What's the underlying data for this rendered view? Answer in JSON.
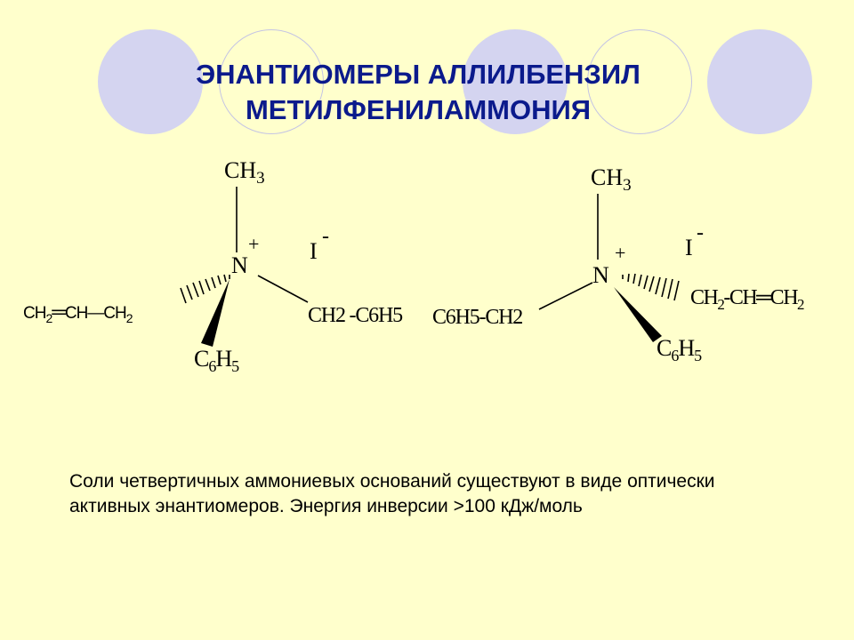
{
  "title": {
    "line1": "ЭНАНТИОМЕРЫ АЛЛИЛБЕНЗИЛ",
    "line2": "МЕТИЛФЕНИЛАММОНИЯ"
  },
  "left_molecule": {
    "methyl": {
      "main": "CH",
      "sub": "3"
    },
    "nitrogen": "N",
    "charge": "+",
    "iodide": "I",
    "iodide_charge": "-",
    "allyl": {
      "ch2a": "CH",
      "sub_a": "2",
      "bond": "═",
      "ch": "CH",
      "dash": "—",
      "ch2b": "CH",
      "sub_b": "2"
    },
    "phenyl": {
      "c": "C",
      "sub6": "6",
      "h": "H",
      "sub5": "5"
    },
    "benzyl": "CH2 -C6H5"
  },
  "right_molecule": {
    "methyl": {
      "main": "CH",
      "sub": "3"
    },
    "nitrogen": "N",
    "charge": "+",
    "iodide": "I",
    "iodide_charge": "-",
    "allyl": {
      "ch2a": "CH",
      "sub_a": "2",
      "mid": "-CH═CH",
      "sub_b": "2"
    },
    "phenyl": {
      "c": "C",
      "sub6": "6",
      "h": "H",
      "sub5": "5"
    },
    "benzyl": "C6H5-CH2"
  },
  "caption": "Соли четвертичных аммониевых оснований существуют в виде оптически активных энантиомеров. Энергия инверсии >100 кДж/моль",
  "colors": {
    "background": "#ffffcc",
    "title": "#0b1a8c",
    "circle_fill": "#d4d4f0",
    "circle_outline": "#c4c4e4"
  }
}
